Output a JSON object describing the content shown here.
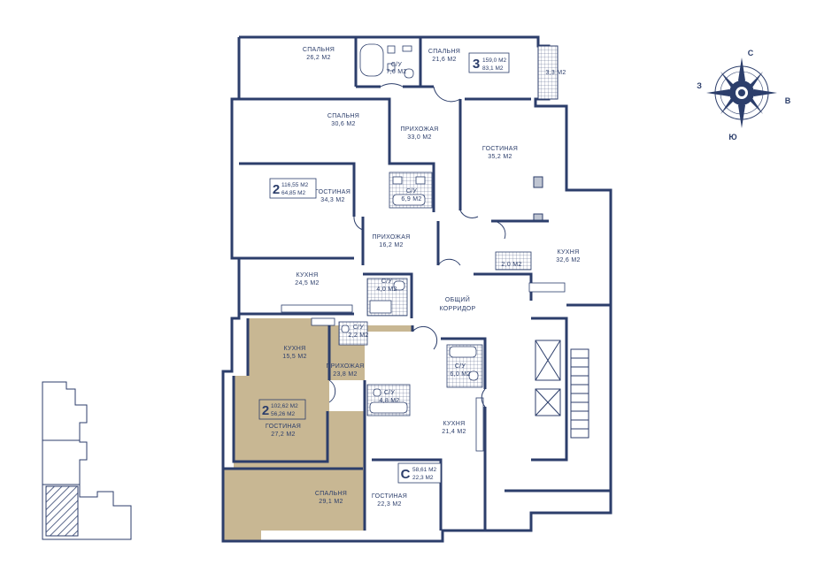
{
  "rooms": {
    "bed_26": {
      "name": "СПАЛЬНЯ",
      "area": "26,2 М2"
    },
    "bath_76": {
      "name": "С/У",
      "area": "7,6 М2"
    },
    "bed_216": {
      "name": "СПАЛЬНЯ",
      "area": "21,6 М2"
    },
    "balcony": {
      "area": "3,3 М2"
    },
    "bed_306": {
      "name": "СПАЛЬНЯ",
      "area": "30,6 М2"
    },
    "hall_33": {
      "name": "ПРИХОЖАЯ",
      "area": "33,0 М2"
    },
    "living_352": {
      "name": "ГОСТИНАЯ",
      "area": "35,2 М2"
    },
    "living_343": {
      "name": "ГОСТИНАЯ",
      "area": "34,3 М2"
    },
    "bath_69": {
      "name": "С/У",
      "area": "6,9 М2"
    },
    "hall_162": {
      "name": "ПРИХОЖАЯ",
      "area": "16,2 М2"
    },
    "bath_20": {
      "area": "2,0 М2"
    },
    "kitchen_326": {
      "name": "КУХНЯ",
      "area": "32,6 М2"
    },
    "kitchen_245": {
      "name": "КУХНЯ",
      "area": "24,5 М2"
    },
    "bath_40": {
      "name": "С/У",
      "area": "4,0 М2"
    },
    "corridor": {
      "line1": "ОБЩИЙ",
      "line2": "КОРРИДОР"
    },
    "kitchen_155": {
      "name": "КУХНЯ",
      "area": "15,5 М2"
    },
    "bath_22": {
      "name": "С/У",
      "area": "2,2 М2"
    },
    "hall_238": {
      "name": "ПРИХОЖАЯ",
      "area": "23,8 М2"
    },
    "bath_60": {
      "name": "С/У",
      "area": "6,0 М2"
    },
    "bath_48": {
      "name": "С/У",
      "area": "4,8 М2"
    },
    "living_272": {
      "name": "ГОСТИНАЯ",
      "area": "27,2 М2"
    },
    "kitchen_214": {
      "name": "КУХНЯ",
      "area": "21,4 М2"
    },
    "bed_291": {
      "name": "СПАЛЬНЯ",
      "area": "29,1 М2"
    },
    "living_223": {
      "name": "ГОСТИНАЯ",
      "area": "22,3 М2"
    }
  },
  "apartments": [
    {
      "rooms": "3",
      "total": "159,0 М2",
      "living": "83,1 М2"
    },
    {
      "rooms": "2",
      "total": "116,55 М2",
      "living": "64,85 М2"
    },
    {
      "rooms": "2",
      "total": "102,62 М2",
      "living": "56,26 М2"
    },
    {
      "rooms": "С",
      "total": "58,61 М2",
      "living": "22,3 М2"
    }
  ],
  "compass": {
    "n": "С",
    "s": "Ю",
    "e": "В",
    "w": "З"
  },
  "colors": {
    "ink": "#2c3e6b",
    "highlight": "#c8b793",
    "background": "#ffffff"
  }
}
